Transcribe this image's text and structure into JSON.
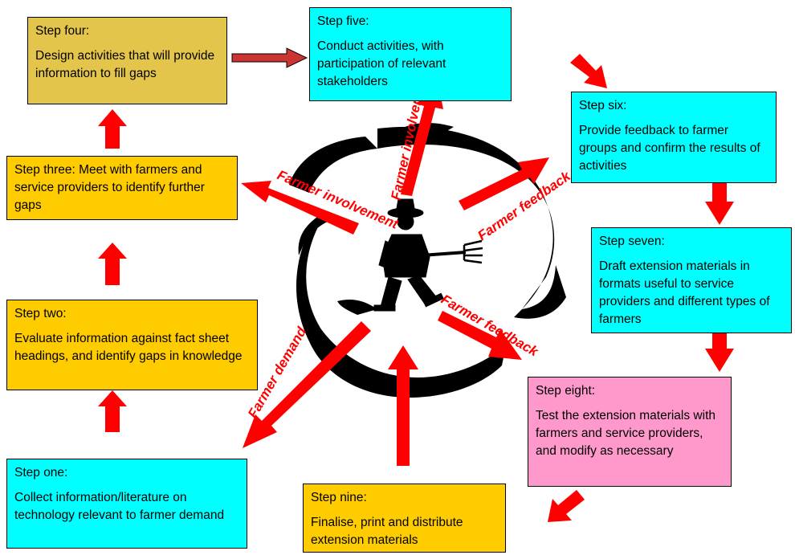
{
  "colors": {
    "gold": "#e3c54b",
    "yellow": "#ffcc00",
    "cyan": "#00ffff",
    "pink": "#ff99cc",
    "arrow_red": "#ff0000",
    "arrow_dark_red": "#cc3333",
    "cycle_black": "#000000"
  },
  "steps": {
    "one": {
      "title": "Step one:",
      "text": "Collect information/literature on technology relevant to farmer demand"
    },
    "two": {
      "title": "Step two:",
      "text": "Evaluate information against fact sheet headings, and identify gaps in knowledge"
    },
    "three": {
      "title": "Step three: Meet with farmers and service providers to identify further gaps",
      "text": ""
    },
    "four": {
      "title": "Step four:",
      "text": "Design activities that will provide information to fill gaps"
    },
    "five": {
      "title": "Step five:",
      "text": "Conduct activities, with participation of relevant stakeholders"
    },
    "six": {
      "title": "Step six:",
      "text": "Provide feedback to farmer groups and confirm the results of activities"
    },
    "seven": {
      "title": "Step seven:",
      "text": "Draft extension materials in formats useful to service providers and different types of farmers"
    },
    "eight": {
      "title": "Step eight:",
      "text": "Test the extension materials with farmers and service providers, and modify as necessary"
    },
    "nine": {
      "title": "Step nine:",
      "text": "Finalise, print and distribute extension materials"
    }
  },
  "center_labels": {
    "involvement_left": "Farmer involvement",
    "involvement_up": "Farmer involvement",
    "feedback_upright": "Farmer feedback",
    "feedback_right": "Farmer feedback",
    "demand": "Farmer demand"
  },
  "icons": {
    "cycle": "circular-cycle-arrows-icon",
    "farmer": "farmer-with-pitchfork-icon"
  }
}
